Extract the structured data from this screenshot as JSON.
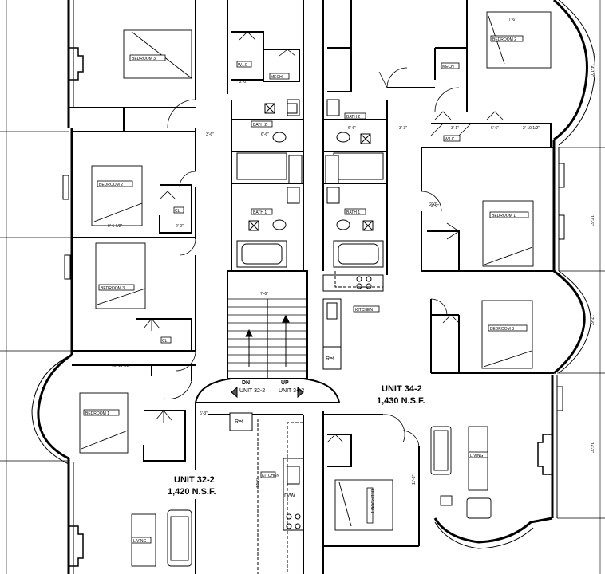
{
  "units": [
    {
      "name": "UNIT 32-2",
      "area": "1,420 N.S.F."
    },
    {
      "name": "UNIT 34-2",
      "area": "1,430 N.S.F."
    }
  ],
  "stairs": {
    "down_label": "DN",
    "down_unit": "UNIT 32-2",
    "up_label": "UP",
    "up_unit": "UNIT 34-2"
  },
  "appliances": {
    "ref_left": "Ref",
    "ref_right": "Ref",
    "dw": "D/W"
  },
  "rooms": {
    "bedroom_3_top_left": "BEDROOM 3",
    "bedroom_2_left": "BEDROOM 2",
    "bedroom_3_left": "BEDROOM 3",
    "bedroom_1_left": "BEDROOM 1",
    "bedroom_2_right": "BEDROOM 2",
    "bedroom_1_right": "BEDROOM 1",
    "bedroom_3_right": "BEDROOM 3",
    "bedroom_bottom_right": "BEDROOM 1",
    "bath_2_left": "BATH 2",
    "bath_1_left": "BATH 1",
    "bath_2_right": "BATH 2",
    "bath_1_right": "BATH 1",
    "kitchen_right": "KITCHEN",
    "kitchen_left": "KITCHEN",
    "living_right": "LIVING",
    "living_left": "LIVING",
    "closet_a": "W.I.C",
    "closet_b": "MECH",
    "closet_c": "MECH",
    "closet_d": "W.I.C",
    "closet_e": "CL",
    "closet_f": "CL"
  },
  "dimensions": {
    "d1": "3'-6\"",
    "d2": "6'-6\"",
    "d3": "6'-6\"",
    "d4": "3'-3\"",
    "d5": "9'-6 1/2\"",
    "d6": "2'-0\"",
    "d7": "2'-0\"",
    "d8": "10'-11 1/2\"",
    "d9": "6'-3\"",
    "d10": "7'-6\"",
    "d11": "3'-1\"",
    "d12": "6'-6\"",
    "d13": "2'-10 1/2\"",
    "d14": "14'-6\"",
    "d15": "11'-6\"",
    "d16": "12'-6\"",
    "d17": "14'-3\"",
    "d18": "12'-6\"",
    "d19": "14'-10\"",
    "d20": "7'-6\"",
    "d21": "3'-0\"",
    "d22": "2'-0\""
  }
}
